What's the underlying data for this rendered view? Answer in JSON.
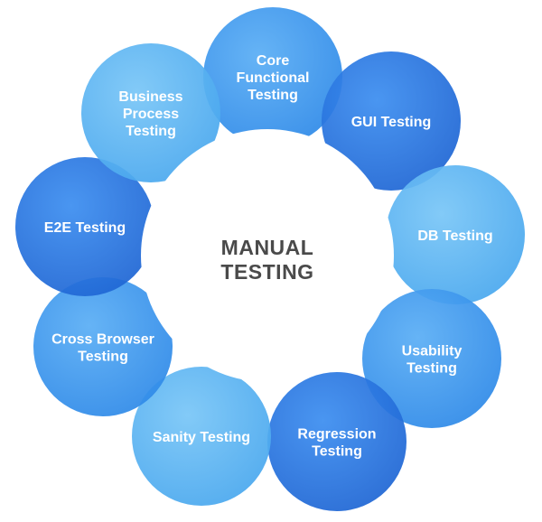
{
  "center": {
    "lines": [
      "MANUAL",
      "TESTING"
    ]
  },
  "colors": {
    "light": "#5fb6f3",
    "medium": "#3f9cf0",
    "dark": "#2a7be3",
    "text": "#4a4a4a",
    "core": "#ffffff"
  },
  "petals": [
    {
      "id": "core-functional-testing",
      "lines": [
        "Core",
        "Functional",
        "Testing"
      ],
      "tone": "medium"
    },
    {
      "id": "gui-testing",
      "lines": [
        "GUI Testing"
      ],
      "tone": "dark"
    },
    {
      "id": "db-testing",
      "lines": [
        "DB Testing"
      ],
      "tone": "light"
    },
    {
      "id": "usability-testing",
      "lines": [
        "Usability",
        "Testing"
      ],
      "tone": "medium"
    },
    {
      "id": "regression-testing",
      "lines": [
        "Regression",
        "Testing"
      ],
      "tone": "dark"
    },
    {
      "id": "sanity-testing",
      "lines": [
        "Sanity Testing"
      ],
      "tone": "light"
    },
    {
      "id": "cross-browser-testing",
      "lines": [
        "Cross Browser",
        "Testing"
      ],
      "tone": "medium"
    },
    {
      "id": "e2e-testing",
      "lines": [
        "E2E Testing"
      ],
      "tone": "dark"
    },
    {
      "id": "business-process-testing",
      "lines": [
        "Business",
        "Process",
        "Testing"
      ],
      "tone": "light"
    }
  ]
}
